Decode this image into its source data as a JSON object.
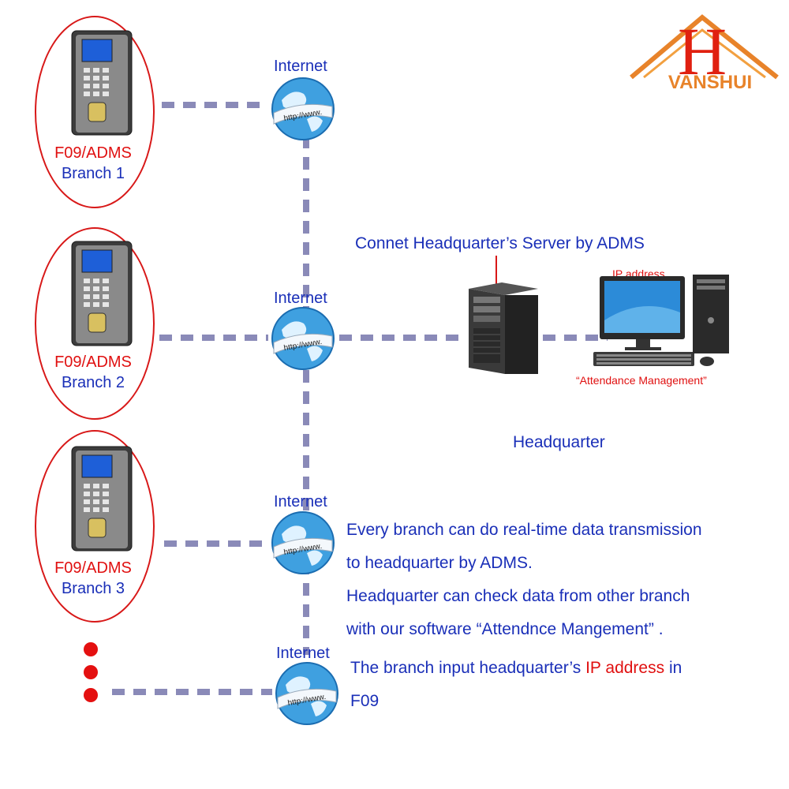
{
  "logo": {
    "text": "VANSHUI",
    "letter": "H"
  },
  "branches": [
    {
      "model": "F09/ADMS",
      "name": "Branch 1"
    },
    {
      "model": "F09/ADMS",
      "name": "Branch 2"
    },
    {
      "model": "F09/ADMS",
      "name": "Branch 3"
    }
  ],
  "internet_label": "Internet",
  "globe_text": "http://www.",
  "headquarter": {
    "connect_caption": "Connet Headquarter’s Server by ADMS",
    "ip_label": "IP address",
    "software_label": "“Attendance Management”",
    "title": "Headquarter"
  },
  "description": {
    "lines": [
      "Every branch can do real-time data transmission",
      "to headquarter by ADMS.",
      "Headquarter can check data from other branch",
      "with our software “Attendnce Mangement” ."
    ],
    "note_before": "The branch input  headquarter’s ",
    "note_highlight": "IP address",
    "note_after": " in",
    "note_line2": "F09"
  },
  "colors": {
    "connector": "#8a8ab8",
    "brand_red": "#e01010",
    "text_blue": "#1a2fb8"
  }
}
